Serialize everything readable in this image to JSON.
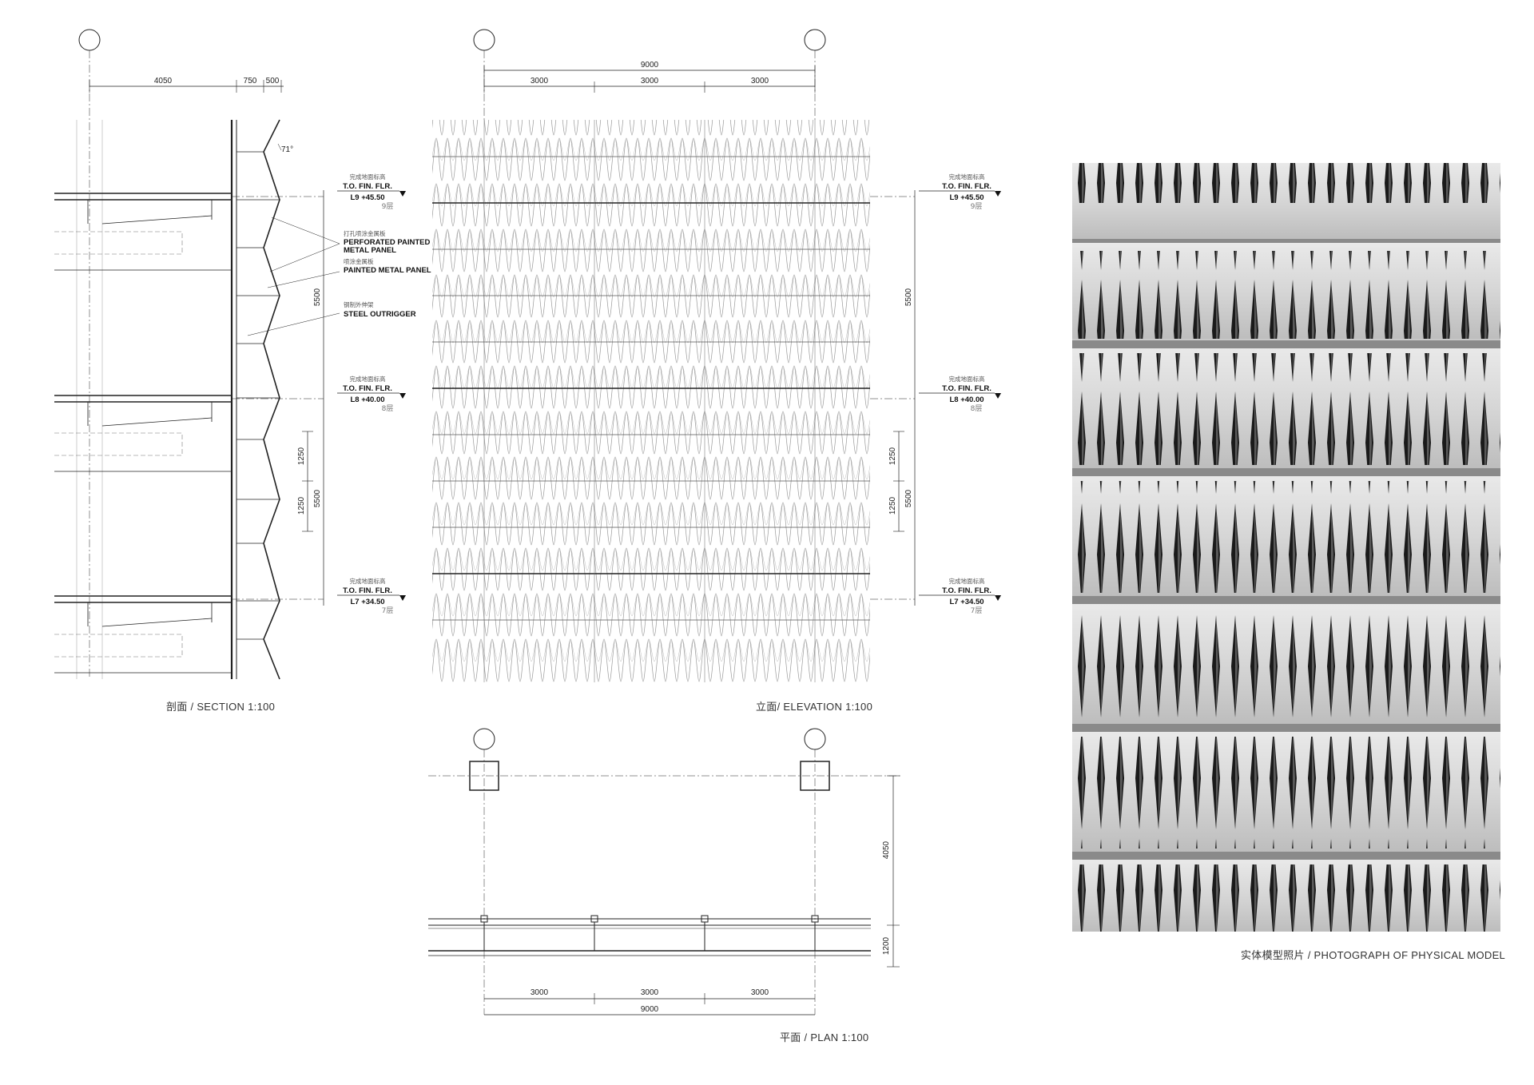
{
  "section": {
    "caption": "剖面 / SECTION 1:100",
    "dims_top": [
      "4050",
      "750",
      "500"
    ],
    "angle": "71°",
    "dims_side": [
      "5500",
      "1250",
      "1250",
      "5500"
    ],
    "callouts": [
      {
        "cn": "打孔喷涂金属板",
        "en1": "PERFORATED PAINTED",
        "en2": "METAL PANEL"
      },
      {
        "cn": "喷涂金属板",
        "en1": "PAINTED METAL PANEL",
        "en2": ""
      },
      {
        "cn": "钢制外伸架",
        "en1": "STEEL OUTRIGGER",
        "en2": ""
      }
    ]
  },
  "levels": [
    {
      "cn_top": "完成地面标高",
      "fin": "T.O. FIN. FLR.",
      "level": "L9 +45.50",
      "cn_floor": "9层"
    },
    {
      "cn_top": "完成地面标高",
      "fin": "T.O. FIN. FLR.",
      "level": "L8 +40.00",
      "cn_floor": "8层"
    },
    {
      "cn_top": "完成地面标高",
      "fin": "T.O. FIN. FLR.",
      "level": "L7 +34.50",
      "cn_floor": "7层"
    }
  ],
  "elevation": {
    "caption": "立面/ ELEVATION 1:100",
    "dim_total": "9000",
    "dims_bays": [
      "3000",
      "3000",
      "3000"
    ],
    "dims_side": [
      "5500",
      "1250",
      "1250",
      "5500"
    ]
  },
  "plan": {
    "caption": "平面 / PLAN 1:100",
    "dims_side": [
      "4050",
      "1200"
    ],
    "dims_bays": [
      "3000",
      "3000",
      "3000"
    ],
    "dim_total": "9000"
  },
  "photo": {
    "caption": "实体模型照片 / PHOTOGRAPH OF PHYSICAL MODEL"
  }
}
